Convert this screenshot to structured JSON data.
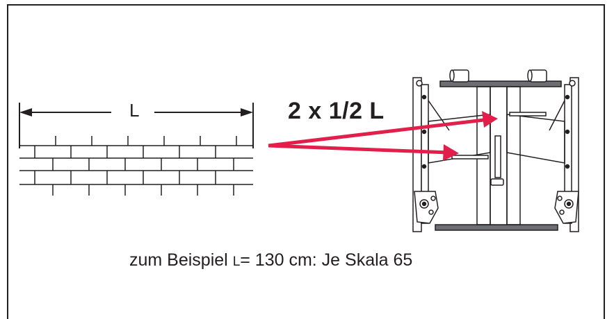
{
  "diagram": {
    "length_label": "L",
    "ratio_label": "2 x 1/2 L",
    "example": {
      "prefix": "zum Beispiel",
      "var": "L",
      "value": "= 130 cm:  Je Skala 65"
    },
    "colors": {
      "frame": "#231f20",
      "arrow": "#e21f4b",
      "device_fill": "#ffffff",
      "device_bar": "#6d6e71"
    }
  }
}
